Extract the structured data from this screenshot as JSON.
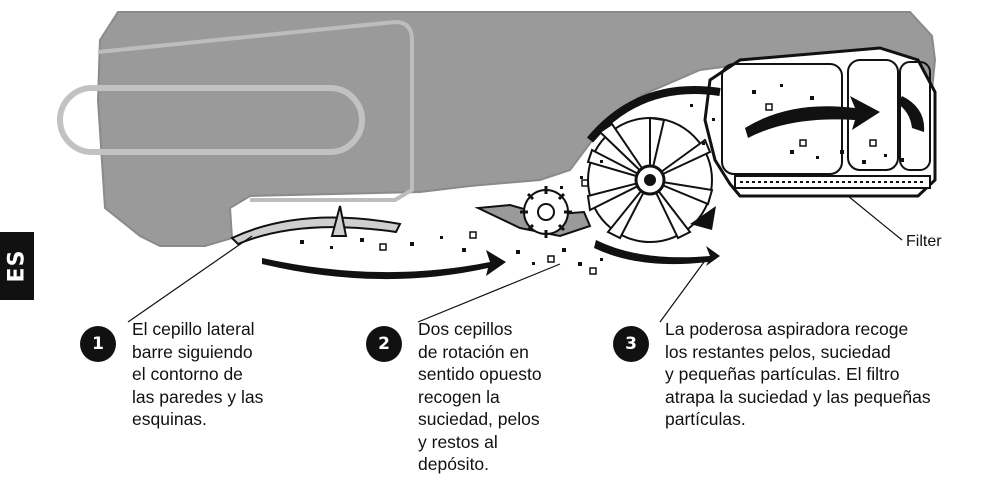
{
  "language_tab": {
    "label": "ES"
  },
  "filter_label": "Filter",
  "steps": [
    {
      "number": "1",
      "text": "El cepillo lateral\nbarre siguiendo\nel contorno de\nlas paredes y las\nesquinas."
    },
    {
      "number": "2",
      "text": "Dos cepillos\nde rotación en\nsentido opuesto\nrecogen la\nsuciedad, pelos\ny restos al\ndepósito."
    },
    {
      "number": "3",
      "text": "La poderosa aspiradora recoge\nlos restantes pelos, suciedad\ny pequeñas partículas. El filtro\natrapa la suciedad y las pequeñas\npartículas."
    }
  ]
}
